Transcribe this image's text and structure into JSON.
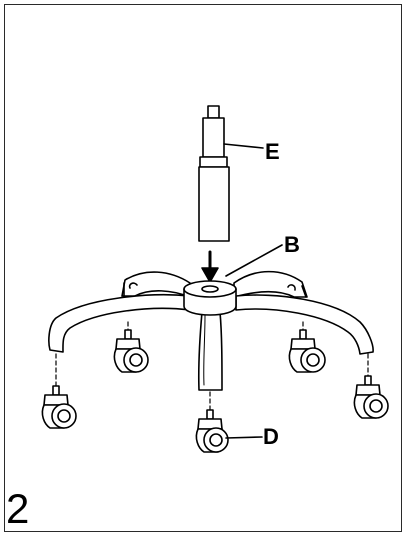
{
  "labels": {
    "e": "E",
    "b": "B",
    "d": "D"
  },
  "step": {
    "number": "2"
  }
}
